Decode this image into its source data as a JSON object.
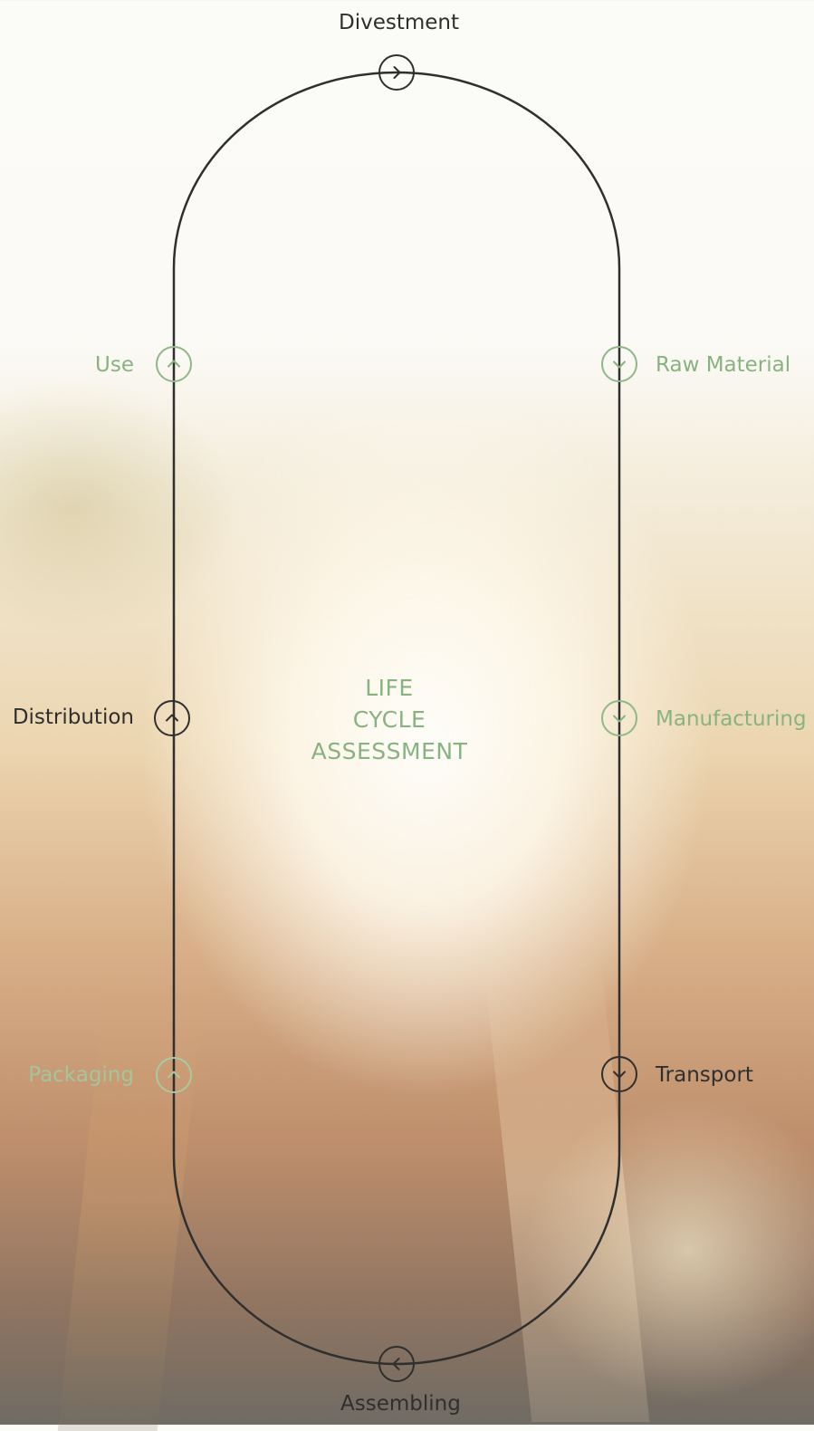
{
  "center_title": {
    "line1": "LIFE",
    "line2": "CYCLE",
    "line3": "ASSESSMENT"
  },
  "stages": {
    "divestment": {
      "label": "Divestment",
      "icon": "chevron-right-icon",
      "state": "dark"
    },
    "raw_material": {
      "label": "Raw Material",
      "icon": "chevron-down-icon",
      "state": "green"
    },
    "manufacturing": {
      "label": "Manufacturing",
      "icon": "chevron-down-icon",
      "state": "green"
    },
    "transport": {
      "label": "Transport",
      "icon": "chevron-down-icon",
      "state": "dark"
    },
    "assembling": {
      "label": "Assembling",
      "icon": "chevron-left-icon",
      "state": "dark"
    },
    "packaging": {
      "label": "Packaging",
      "icon": "chevron-up-icon",
      "state": "faded"
    },
    "distribution": {
      "label": "Distribution",
      "icon": "chevron-up-icon",
      "state": "dark"
    },
    "use": {
      "label": "Use",
      "icon": "chevron-up-icon",
      "state": "green"
    }
  },
  "colors": {
    "dark": "#2f2f2f",
    "green": "#88b381",
    "faded": "#a4c59d"
  }
}
